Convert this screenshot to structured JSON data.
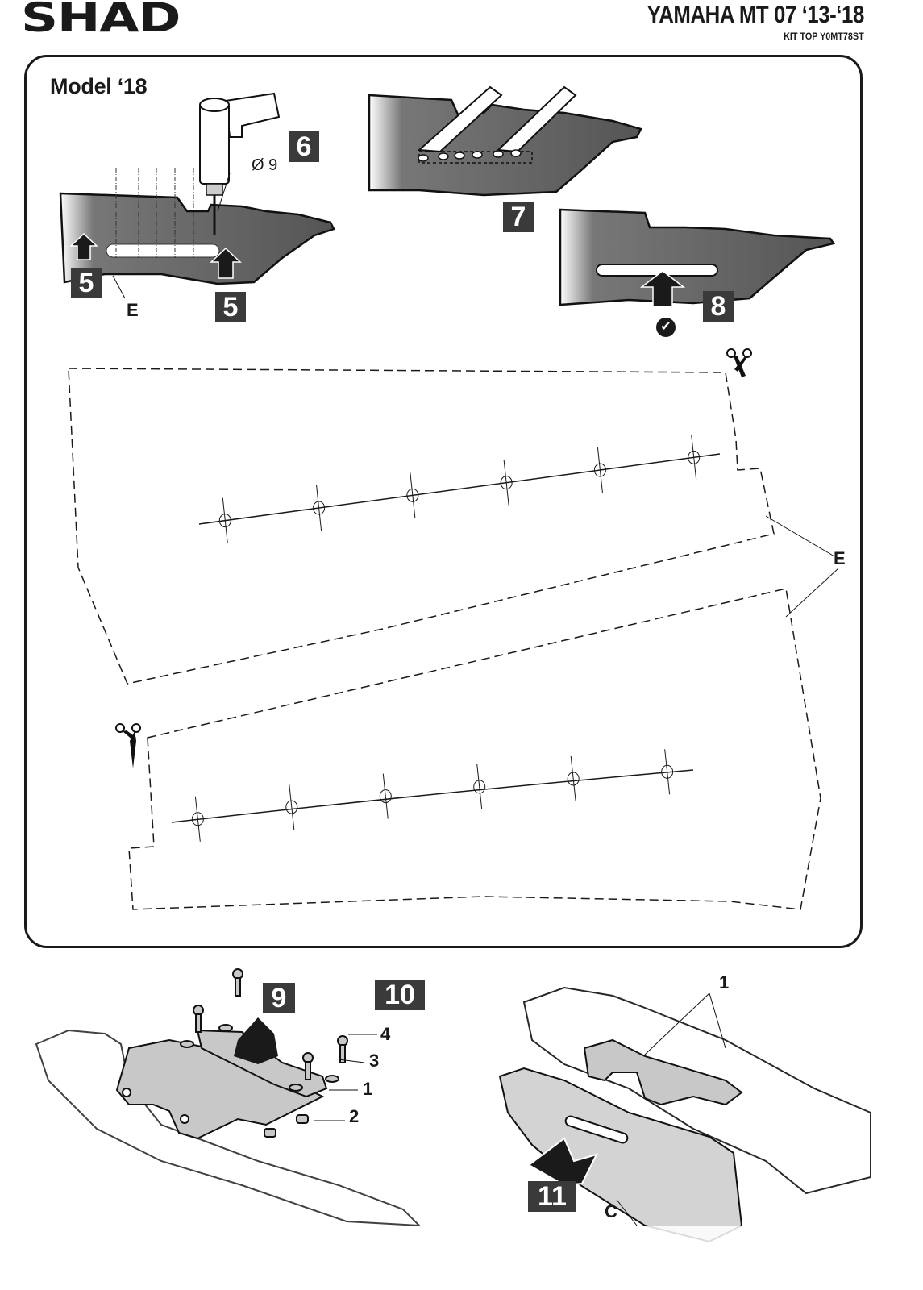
{
  "header": {
    "logo": "SHAD",
    "title": "YAMAHA MT 07 ‘13-‘18",
    "subtitle": "KIT TOP Y0MT78ST"
  },
  "panel": {
    "model_label": "Model ‘18",
    "drill_label": "Ø 9",
    "part_e_label": "E",
    "template_part_label": "E",
    "check_mark": "✔",
    "steps": {
      "s5a": "5",
      "s5b": "5",
      "s6": "6",
      "s7": "7",
      "s8": "8"
    },
    "templates": {
      "upper_holes": 6,
      "lower_holes": 6,
      "cut_icon": "scissors-icon"
    }
  },
  "bottom": {
    "steps": {
      "s9": "9",
      "s10": "10",
      "s11": "11"
    },
    "left_parts": [
      "4",
      "3",
      "1",
      "2"
    ],
    "right_parts": {
      "plate": "1",
      "cover": "C"
    }
  }
}
